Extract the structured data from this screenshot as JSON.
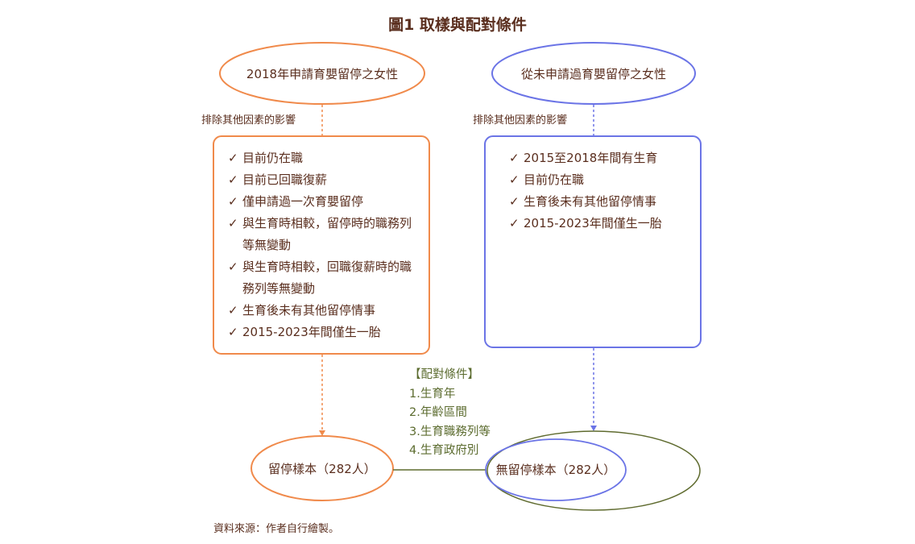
{
  "title": "圖1  取樣與配對條件",
  "left": {
    "population": "2018年申請育嬰留停之女性",
    "exclude_label": "排除其他因素的影響",
    "criteria": [
      "目前仍在職",
      "目前已回職復薪",
      "僅申請過一次育嬰留停",
      "與生育時相較，留停時的職務列等無變動",
      "與生育時相較，回職復薪時的職務列等無變動",
      "生育後未有其他留停情事",
      "2015-2023年間僅生一胎"
    ],
    "sample": "留停樣本（282人）"
  },
  "right": {
    "population": "從未申請過育嬰留停之女性",
    "exclude_label": "排除其他因素的影響",
    "criteria": [
      "2015至2018年間有生育",
      "目前仍在職",
      "生育後未有其他留停情事",
      "2015-2023年間僅生一胎"
    ],
    "sample": "無留停樣本（282人）"
  },
  "matching": {
    "heading": "【配對條件】",
    "items": [
      "1.生育年",
      "2.年齡區間",
      "3.生育職務列等",
      "4.生育政府別"
    ]
  },
  "check_mark": "✓",
  "source": "資料來源：作者自行繪製。",
  "colors": {
    "orange": "#f08a4b",
    "blue": "#6b74e6",
    "olive": "#5f6b2f",
    "text": "#5a2e1e"
  }
}
